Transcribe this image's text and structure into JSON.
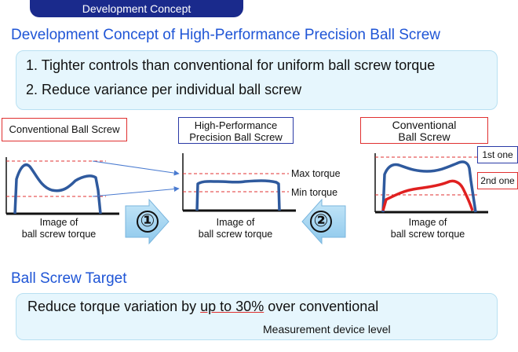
{
  "header": {
    "tag": "Development Concept"
  },
  "title": "Development Concept of High-Performance Precision Ball Screw",
  "concepts": [
    "1. Tighter controls than conventional for uniform ball screw torque",
    "2. Reduce variance per individual ball screw"
  ],
  "panels": {
    "left_label": "Conventional Ball Screw",
    "middle_label_line1": "High-Performance",
    "middle_label_line2": "Precision Ball Screw",
    "right_label_line1": "Conventional",
    "right_label_line2": "Ball Screw",
    "caption_line1": "Image of",
    "caption_line2": "ball screw torque",
    "max_torque": "Max torque",
    "min_torque": "Min torque",
    "first_one": "1st one",
    "second_one": "2nd one",
    "step1": "①",
    "step2": "②"
  },
  "target": {
    "title": "Ball Screw Target",
    "text_before": "Reduce torque variation by ",
    "text_highlight": "up to 30%",
    "text_after": " over conventional",
    "note": "Measurement device level"
  },
  "colors": {
    "accent_blue": "#1f55d6",
    "tag_navy": "#1a2a8c",
    "curve_blue": "#2f5a9e",
    "curve_red": "#e02020",
    "box_fill": "#e6f6fd"
  }
}
